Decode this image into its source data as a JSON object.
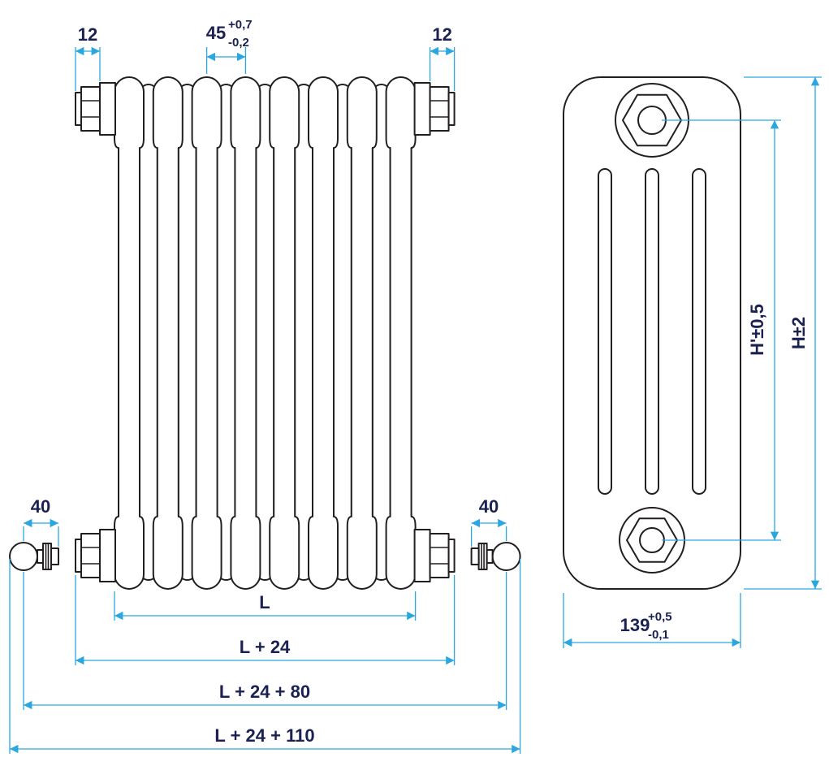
{
  "colors": {
    "dimension": "#2aa7de",
    "ink": "#1b2152",
    "line": "#231f20",
    "background": "#ffffff"
  },
  "front_view": {
    "dim_top_left": "12",
    "dim_top_right": "12",
    "dim_pitch": {
      "value": "45",
      "tol_plus": "+0,7",
      "tol_minus": "-0,2"
    },
    "dim_valve_left": "40",
    "dim_valve_right": "40",
    "dim_chain": [
      "L",
      "L + 24",
      "L + 24 + 80",
      "L + 24 + 110"
    ]
  },
  "side_view": {
    "dim_inner_height": "H'±0,5",
    "dim_total_height": "H±2",
    "dim_depth": {
      "value": "139",
      "tol_plus": "+0,5",
      "tol_minus": "-0,1"
    }
  }
}
